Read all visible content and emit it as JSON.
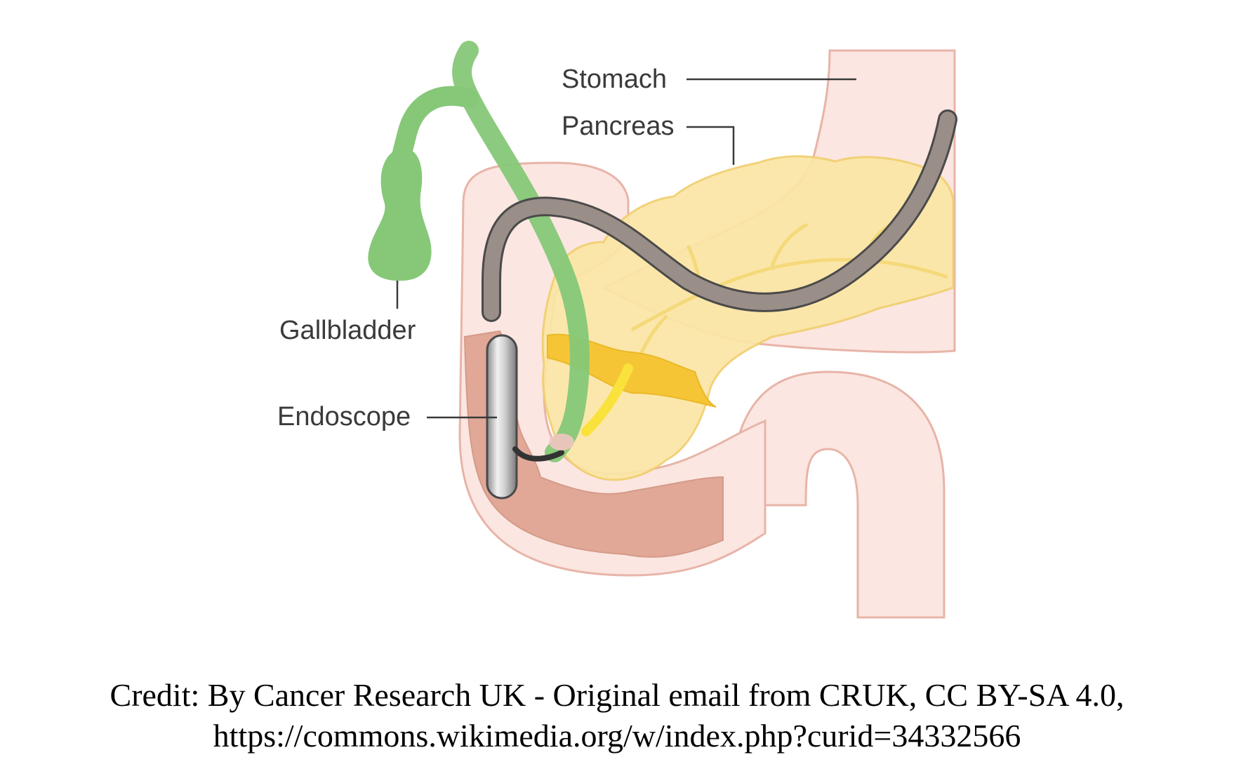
{
  "labels": {
    "stomach": "Stomach",
    "pancreas": "Pancreas",
    "gallbladder": "Gallbladder",
    "endoscope": "Endoscope"
  },
  "credit": {
    "line1": "Credit: By Cancer Research UK - Original email from CRUK, CC BY-SA 4.0,",
    "line2": "https://commons.wikimedia.org/w/index.php?curid=34332566"
  },
  "colors": {
    "bile_duct": "#86c878",
    "duodenum_wall": "#fbe6e1",
    "duodenum_outline": "#e8b4a8",
    "duodenum_lining": "#e1a898",
    "pancreas": "#fbe6a5",
    "pancreatic_duct": "#f6c536",
    "endoscope_tube": "#9a8e88",
    "endoscope_outline": "#4a4a4a",
    "endoscope_tip": "#d4d4d4",
    "label_text": "#3a3a3a"
  }
}
